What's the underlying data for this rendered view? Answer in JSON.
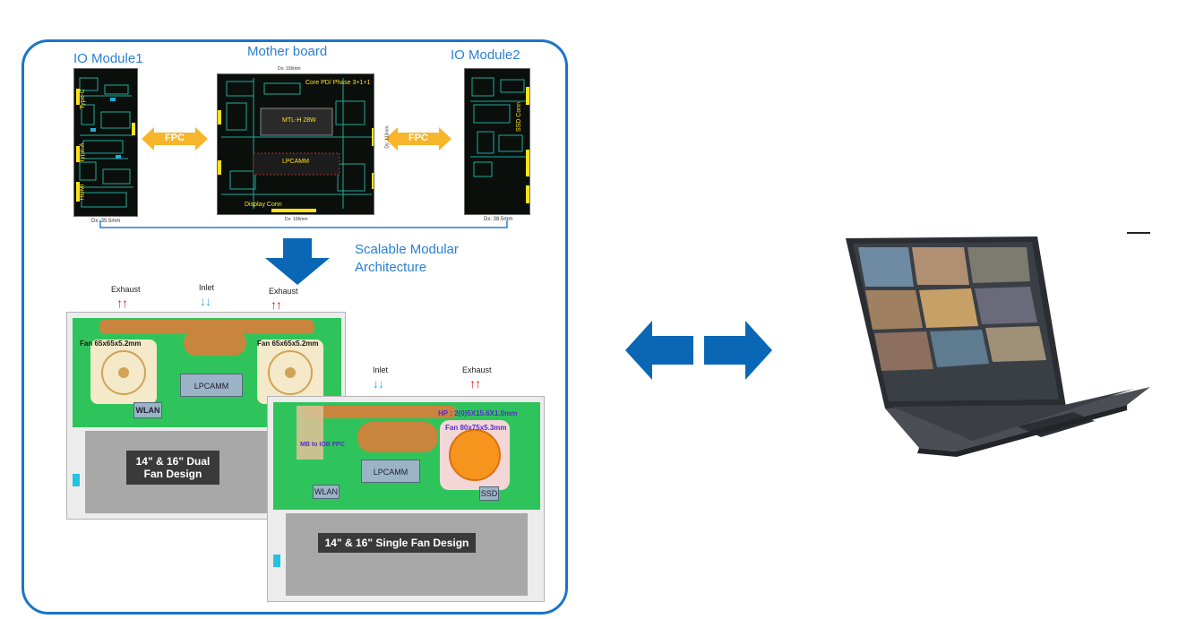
{
  "headers": {
    "io_module1": "IO Module1",
    "motherboard": "Mother board",
    "io_module2": "IO Module2"
  },
  "connectors": {
    "fpc_left": "FPC",
    "fpc_right": "FPC"
  },
  "motherboard_labels": {
    "top_dim": "Dx: 106mm",
    "phase": "Core PD/ Phase 3+1+1",
    "mtl": "MTL-H 28W",
    "lpcamm": "LPCAMM",
    "bottom_dim": "Dx: 106mm",
    "display": "Display Conn",
    "side_dim": "Dy: 113mm"
  },
  "io1_labels": {
    "type_c": "Type-C",
    "type_a": "Type-A",
    "hdmi": "HDMI",
    "dim": "Dx: 35.5mm"
  },
  "io2_labels": {
    "dim": "Dx: 38.5mm",
    "ssd": "SSD Conn"
  },
  "scalable": {
    "line1": "Scalable Modular",
    "line2": "Architecture"
  },
  "dual": {
    "exhaust_left": "Exhaust",
    "inlet": "Inlet",
    "exhaust_right": "Exhaust",
    "fan_left": "Fan 65x65x5.2mm",
    "fan_right": "Fan 65x65x5.2mm",
    "lpcamm": "LPCAMM",
    "wlan": "WLAN",
    "caption": "14\" & 16\" Dual Fan Design"
  },
  "single": {
    "inlet": "Inlet",
    "exhaust": "Exhaust",
    "hp": "HP : 2(0)5X15.6X1.0mm",
    "fan": "Fan 80x75x5.3mm",
    "fpc": "MB to IOB FPC",
    "lpcamm": "LPCAMM",
    "wlan": "WLAN",
    "ssd": "SSD",
    "caption": "14\" & 16\" Single Fan Design"
  },
  "colors": {
    "frame": "#1c74c9",
    "arrow": "#0a67b6",
    "fpc_arrow": "#f7b52c",
    "board": "#2fc45b",
    "heatpipe": "#c9843e",
    "fan_orange": "#f7941d"
  }
}
